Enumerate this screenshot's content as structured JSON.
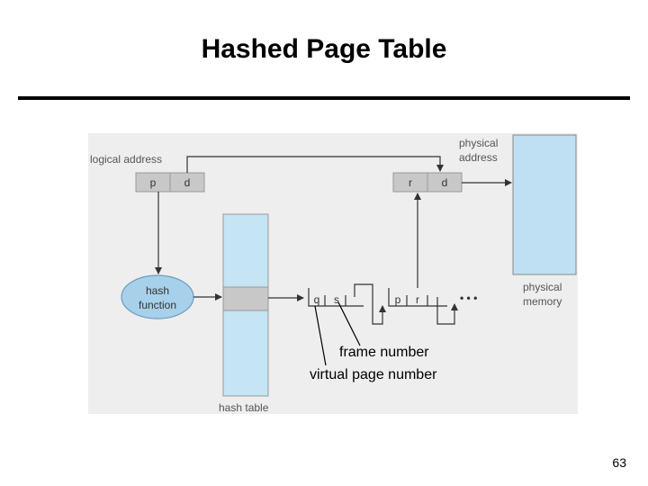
{
  "slide": {
    "title": "Hashed Page Table",
    "page_number": "63"
  },
  "diagram": {
    "logical_address_label": "logical address",
    "logical_fields": [
      "p",
      "d"
    ],
    "physical_address_label": [
      "physical",
      "address"
    ],
    "physical_fields": [
      "r",
      "d"
    ],
    "hash_function_label": [
      "hash",
      "function"
    ],
    "hash_table_label": "hash table",
    "chain_entry_1": [
      "q",
      "s"
    ],
    "chain_entry_2": [
      "p",
      "r"
    ],
    "ellipsis": "• • •",
    "physical_memory_label": [
      "physical",
      "memory"
    ],
    "annotations": [
      "frame number",
      "virtual page number"
    ]
  },
  "colors": {
    "panel": "#eeeeee",
    "field_gray": "#c8c8c8",
    "light_blue": "#c5e4f4",
    "memory_blue": "#bfe0f2",
    "line": "#333333"
  }
}
